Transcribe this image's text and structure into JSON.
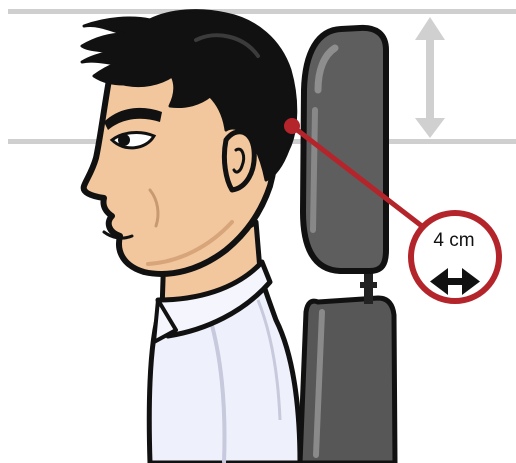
{
  "callout": {
    "label": "4 cm",
    "icon": "double-headed-horizontal-arrow",
    "ring_color": "#b4252b"
  },
  "colors": {
    "guide_lines": "#cfcfcf",
    "height_arrow": "#d0d0d0",
    "headrest": "#5e5e5e",
    "seat_back": "#575757",
    "skin": "#f2c79e",
    "hair": "#111111",
    "shirt": "#eef0fb",
    "outline": "#111111"
  },
  "icons": {
    "vertical_adjust": "double-headed-vertical-arrow",
    "horizontal_gap": "double-headed-horizontal-arrow"
  }
}
